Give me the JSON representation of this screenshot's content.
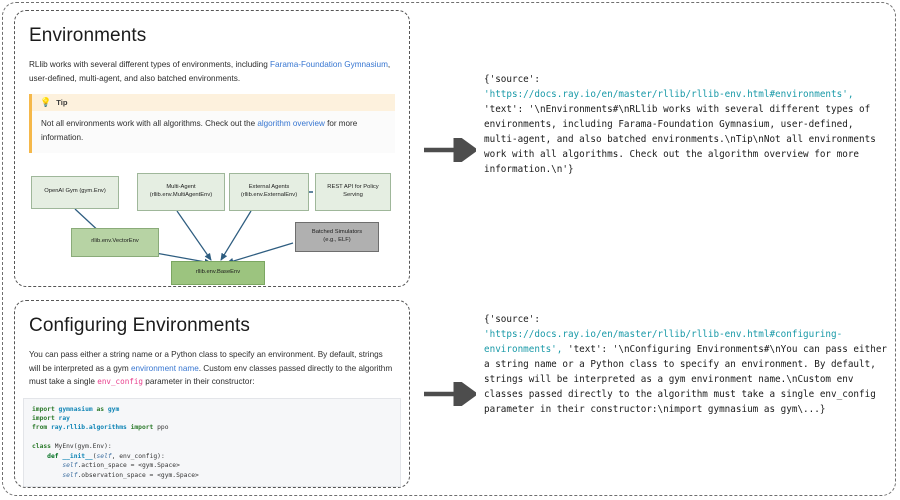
{
  "panels": {
    "environments": {
      "title": "Environments",
      "paragraph_parts": {
        "before_link": "RLlib works with several different types of environments, including ",
        "link": "Farama-Foundation Gymnasium",
        "after_link": ", user-defined, multi-agent, and also batched environments."
      },
      "tip": {
        "icon": "lightbulb-icon",
        "icon_glyph": "💡",
        "title": "Tip",
        "before_link": "Not all environments work with all algorithms. Check out the ",
        "link": "algorithm overview",
        "after_link": " for more information."
      },
      "diagram": {
        "nodes": [
          {
            "id": "openai-gym",
            "label": "OpenAI Gym (gym.Env)",
            "style": "pale"
          },
          {
            "id": "multi-agent",
            "label": "Multi-Agent\n(rllib.env.MultiAgentEnv)",
            "style": "pale"
          },
          {
            "id": "external-agents",
            "label": "External Agents\n(rllib.env.ExternalEnv)",
            "style": "pale"
          },
          {
            "id": "rest-api",
            "label": "REST API for Policy\nServing",
            "style": "pale"
          },
          {
            "id": "vector-env",
            "label": "rllib.env.VectorEnv",
            "style": "mid"
          },
          {
            "id": "batched-simulators",
            "label": "Batched Simulators\n(e.g., ELF)",
            "style": "gray"
          },
          {
            "id": "base-env",
            "label": "rllib.env.BaseEnv",
            "style": "dark"
          }
        ],
        "edges": [
          {
            "from": "openai-gym",
            "to": "vector-env"
          },
          {
            "from": "rest-api",
            "to": "external-agents"
          },
          {
            "from": "multi-agent",
            "to": "base-env"
          },
          {
            "from": "external-agents",
            "to": "base-env"
          },
          {
            "from": "vector-env",
            "to": "base-env"
          },
          {
            "from": "batched-simulators",
            "to": "base-env"
          }
        ],
        "edge_color": "#2e5d80"
      }
    },
    "configuring": {
      "title": "Configuring Environments",
      "paragraph_parts": {
        "p1a": "You can pass either a string name or a Python class to specify an environment. By default, strings will be interpreted as a gym ",
        "p1link": "environment name",
        "p1b": ". Custom env classes passed directly to the algorithm must take a single ",
        "p1code": "env_config",
        "p1c": " parameter in their constructor:"
      },
      "code_lines": [
        "import gymnasium as gym",
        "import ray",
        "from ray.rllib.algorithms import ppo",
        "",
        "class MyEnv(gym.Env):",
        "    def __init__(self, env_config):",
        "        self.action_space = <gym.Space>",
        "        self.observation_space = <gym.Space>"
      ]
    }
  },
  "arrows": {
    "environments_arrow": "arrow-right-icon",
    "configuring_arrow": "arrow-right-icon"
  },
  "json_outputs": {
    "environments": {
      "open_brace": "{'source':",
      "url": "'https://docs.ray.io/en/master/rllib/rllib-env.html#environments',",
      "text": " 'text': '\\nEnvironments#\\nRLlib works with several different types of environments, including Farama-Foundation Gymnasium, user-defined, multi-agent, and also batched environments.\\nTip\\nNot all environments work with all algorithms. Check out the algorithm overview for more information.\\n'}"
    },
    "configuring": {
      "open_brace": "{'source':",
      "url": "'https://docs.ray.io/en/master/rllib/rllib-env.html#configuring-environments',",
      "text": " 'text': '\\nConfiguring Environments#\\nYou can pass either a string name or a Python class to specify an environment. By default, strings will be interpreted as a gym environment name.\\nCustom env classes passed directly to the algorithm must take a single env_config parameter in their constructor:\\nimport gymnasium as gym\\...}"
    }
  },
  "colors": {
    "link": "#3776d1",
    "inline_code": "#e83e8c",
    "json_url": "#1a9aa8",
    "tip_accent": "#f5b84a",
    "node_pale": "#e5eee2",
    "node_mid": "#b7d3a4",
    "node_dark": "#9cc47f",
    "node_gray": "#b0b0b0",
    "edge": "#2e5d80",
    "arrow": "#4d4d4d"
  }
}
